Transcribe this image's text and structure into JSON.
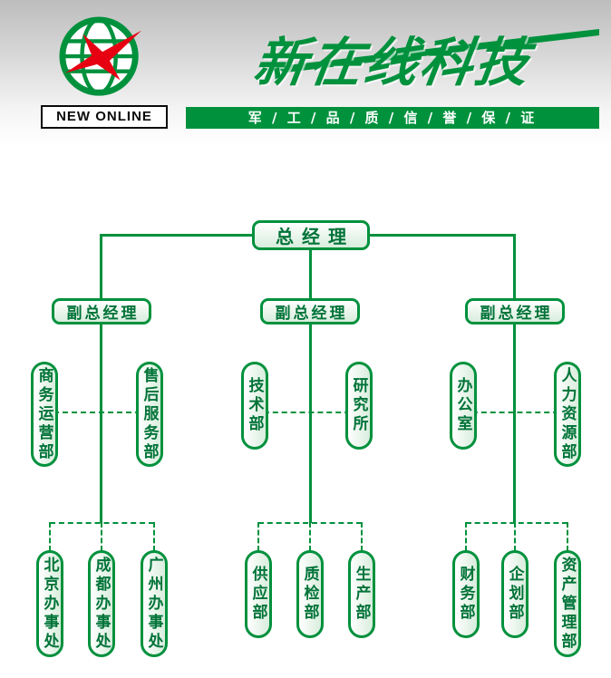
{
  "colors": {
    "green": "#00913d",
    "green_dark": "#007338",
    "red": "#e60012"
  },
  "header": {
    "logo_text": "NEW ONLINE",
    "title": "新在线科技",
    "slogan": "军 / 工 / 品 / 质 / 信 / 誉 / 保 / 证"
  },
  "chart": {
    "root": "总经理",
    "deputies": [
      {
        "label": "副总经理"
      },
      {
        "label": "副总经理"
      },
      {
        "label": "副总经理"
      }
    ],
    "groups": [
      {
        "level1": [
          {
            "label": "商务运营部"
          },
          {
            "label": "售后服务部"
          }
        ],
        "level2": [
          {
            "label": "北京办事处"
          },
          {
            "label": "成都办事处"
          },
          {
            "label": "广州办事处"
          }
        ]
      },
      {
        "level1": [
          {
            "label": "技术部"
          },
          {
            "label": "研究所"
          }
        ],
        "level2": [
          {
            "label": "供应部"
          },
          {
            "label": "质检部"
          },
          {
            "label": "生产部"
          }
        ]
      },
      {
        "level1": [
          {
            "label": "办公室"
          },
          {
            "label": "人力资源部"
          }
        ],
        "level2": [
          {
            "label": "财务部"
          },
          {
            "label": "企划部"
          },
          {
            "label": "资产管理部"
          }
        ]
      }
    ]
  }
}
